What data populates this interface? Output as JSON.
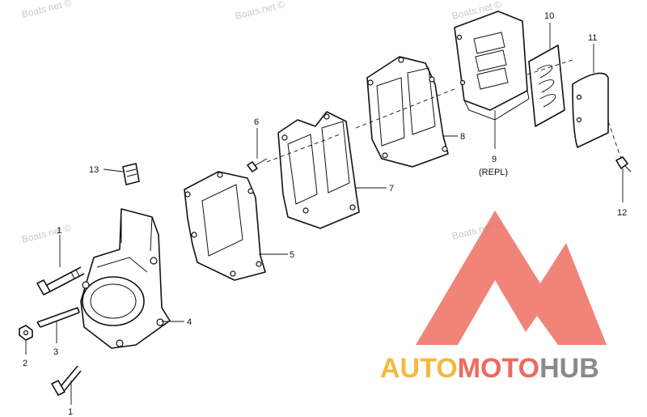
{
  "watermark": {
    "text": "Boats.net ©"
  },
  "callouts": [
    {
      "id": "1a",
      "label": "1"
    },
    {
      "id": "1b",
      "label": "1"
    },
    {
      "id": "2",
      "label": "2"
    },
    {
      "id": "3",
      "label": "3"
    },
    {
      "id": "4",
      "label": "4"
    },
    {
      "id": "5",
      "label": "5"
    },
    {
      "id": "6",
      "label": "6"
    },
    {
      "id": "7",
      "label": "7"
    },
    {
      "id": "8",
      "label": "8"
    },
    {
      "id": "9",
      "label": "9"
    },
    {
      "id": "9s",
      "label": "(REPL)"
    },
    {
      "id": "10",
      "label": "10"
    },
    {
      "id": "11",
      "label": "11"
    },
    {
      "id": "12",
      "label": "12"
    },
    {
      "id": "13",
      "label": "13"
    }
  ],
  "logo": {
    "part1": "AUTO",
    "part2": "MOTO",
    "part3": "HUB",
    "colors": {
      "auto": "#f4b93e",
      "moto": "#ee6a5c",
      "hub": "#8a8a8a",
      "mark": "#ee6a5c"
    }
  }
}
